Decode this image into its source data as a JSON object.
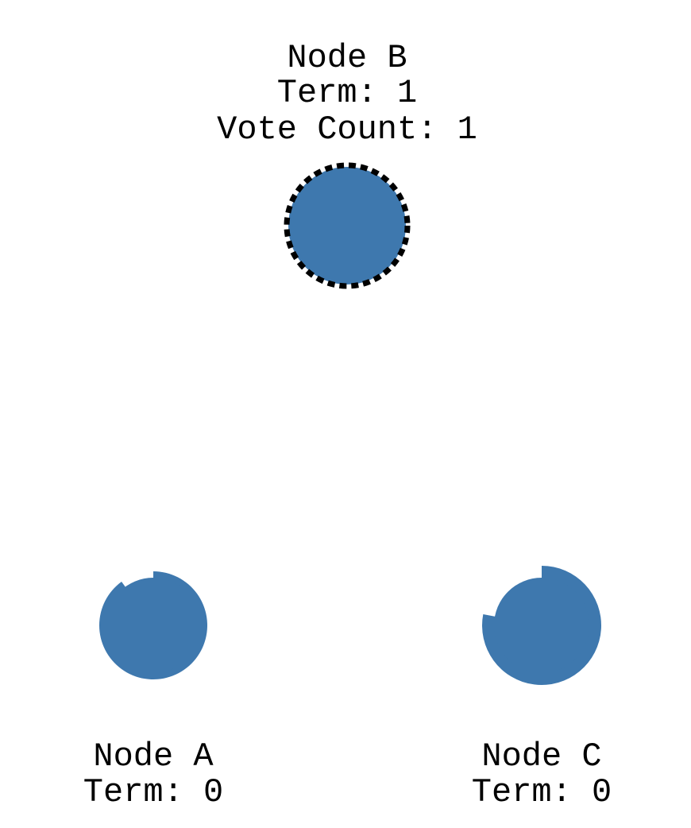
{
  "colors": {
    "node_fill": "#3e78ae",
    "candidate_ring": "#000000",
    "background": "#ffffff"
  },
  "nodes": {
    "b": {
      "name": "Node B",
      "term": "Term: 1",
      "vote_count": "Vote Count: 1",
      "state": "candidate",
      "timeout_remaining": 1.0
    },
    "a": {
      "name": "Node A",
      "term": "Term: 0",
      "state": "follower",
      "timeout_remaining": 0.9
    },
    "c": {
      "name": "Node C",
      "term": "Term: 0",
      "state": "follower",
      "timeout_remaining": 0.78
    }
  }
}
